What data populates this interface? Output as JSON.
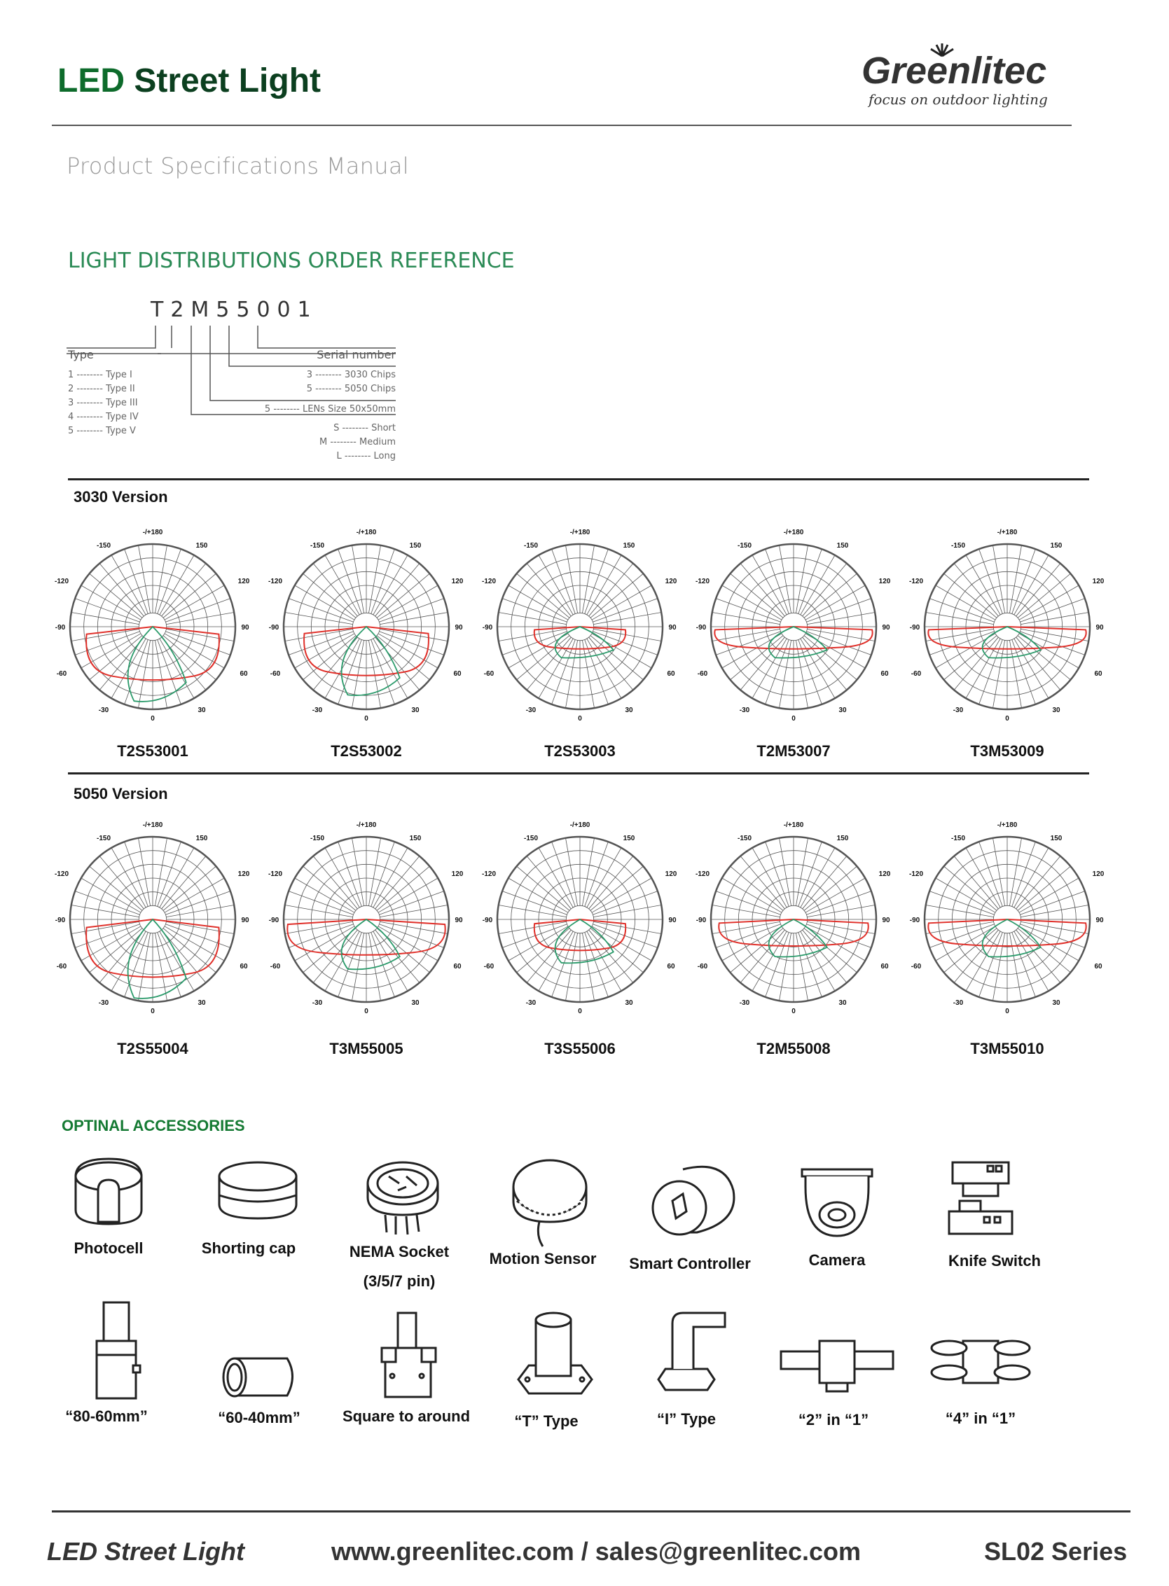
{
  "header": {
    "title_prefix": "LED",
    "title_rest": "Street Light",
    "logo_name": "Greenlitec",
    "logo_tagline": "focus on outdoor lighting",
    "subtitle": "Product Specifications Manual"
  },
  "order_reference": {
    "heading": "LIGHT DISTRIBUTIONS ORDER REFERENCE",
    "code": "T2M55001",
    "type_label": "Type",
    "type_items": [
      "1 -------- Type I",
      "2 -------- Type II",
      "3 -------- Type III",
      "4 -------- Type IV",
      "5 -------- Type V"
    ],
    "serial_label": "Serial number",
    "chip_items": [
      "3 -------- 3030 Chips",
      "5 -------- 5050 Chips"
    ],
    "lens_item": "5 -------- LENs Size 50x50mm",
    "length_items": [
      "S -------- Short",
      "M -------- Medium",
      "L -------- Long"
    ]
  },
  "versions": [
    {
      "label": "3030 Version",
      "diagrams": [
        "T2S53001",
        "T2S53002",
        "T2S53003",
        "T2M53007",
        "T3M53009"
      ],
      "top_label": "-/+180"
    },
    {
      "label": "5050 Version",
      "diagrams": [
        "T2S55004",
        "T3M55005",
        "T3S55006",
        "T2M55008",
        "T3M55010"
      ],
      "top_label": "-/+180"
    }
  ],
  "polar_labels": {
    "a150n": "-150",
    "a150p": "150",
    "a120n": "-120",
    "a120p": "120",
    "a90n": "-90",
    "a90p": "90",
    "a60n": "-60",
    "a60p": "60",
    "a30n": "-30",
    "a30p": "30",
    "a0": "0"
  },
  "accessories": {
    "heading": "OPTINAL  ACCESSORIES",
    "row1": [
      "Photocell",
      "Shorting cap",
      "NEMA Socket",
      "Motion Sensor",
      "Smart Controller",
      "Camera",
      "Knife Switch"
    ],
    "nema_sub": "(3/5/7 pin)",
    "row2": [
      "“80-60mm”",
      "“60-40mm”",
      "Square to around",
      "“T” Type",
      "“I” Type",
      "“2” in “1”",
      "“4” in  “1”"
    ]
  },
  "footer": {
    "left": "LED Street Light",
    "center": "www.greenlitec.com / sales@greenlitec.com",
    "right": "SL02 Series"
  },
  "colors": {
    "title_green": "#0d6b2b",
    "section_green": "#2a8a55",
    "curve_red": "#e0302a",
    "curve_green": "#2a9a6a"
  }
}
